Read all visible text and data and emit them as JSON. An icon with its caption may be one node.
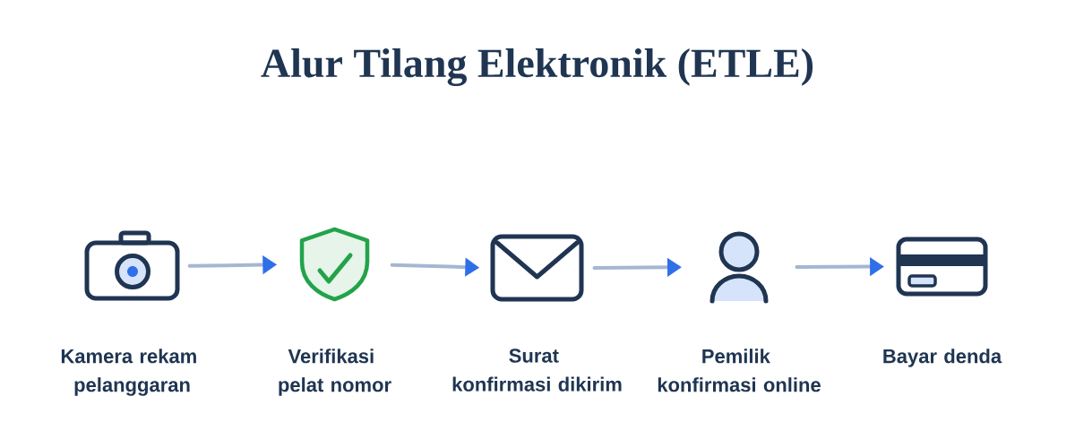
{
  "diagram": {
    "title": "Alur Tilang Elektronik (ETLE)",
    "nodes": [
      {
        "text": [],
        "shape": "picture",
        "beside": [
          "Kamera rekam pelanggaran"
        ]
      },
      {
        "text": [],
        "shape": "picture",
        "beside": [
          "Verifikasi pelat nomor"
        ]
      },
      {
        "text": [],
        "shape": "picture",
        "beside": [
          "Surat konfirmasi dikirim"
        ]
      },
      {
        "text": [],
        "shape": "picture",
        "beside": [
          "Pemilik konfirmasi online"
        ]
      },
      {
        "text": [],
        "shape": "picture",
        "beside": [
          "Bayar denda"
        ]
      }
    ],
    "edges": [
      {
        "from": 0,
        "to": 1,
        "arrow": "to"
      },
      {
        "from": 1,
        "to": 2,
        "arrow": "to"
      },
      {
        "from": 2,
        "to": 3,
        "arrow": "to"
      },
      {
        "from": 3,
        "to": 4,
        "arrow": "to"
      }
    ]
  }
}
